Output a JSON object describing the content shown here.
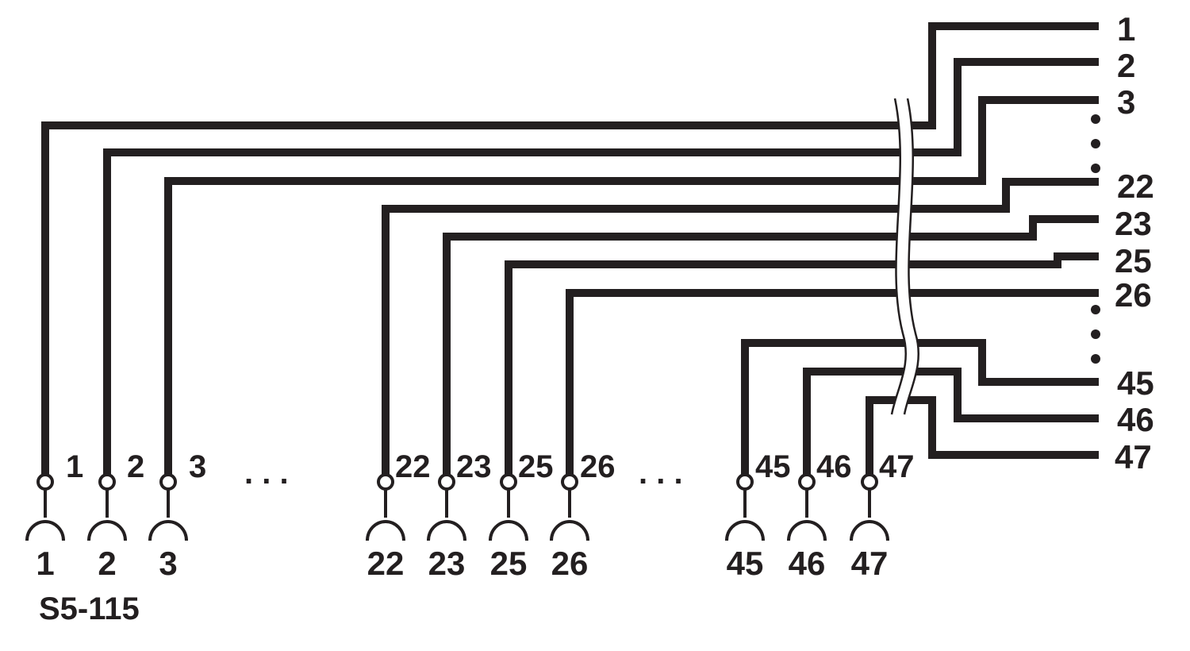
{
  "diagram": {
    "device_label": "S5-115",
    "right_pins": [
      "1",
      "2",
      "3",
      "22",
      "23",
      "25",
      "26",
      "45",
      "46",
      "47"
    ],
    "top_pins": [
      "1",
      "2",
      "3",
      "22",
      "23",
      "25",
      "26",
      "45",
      "46",
      "47"
    ],
    "bottom_pins": [
      "1",
      "2",
      "3",
      "22",
      "23",
      "25",
      "26",
      "45",
      "46",
      "47"
    ],
    "ellipsis_top": [
      ". . .",
      ". . ."
    ],
    "line_color": "#231f20"
  }
}
